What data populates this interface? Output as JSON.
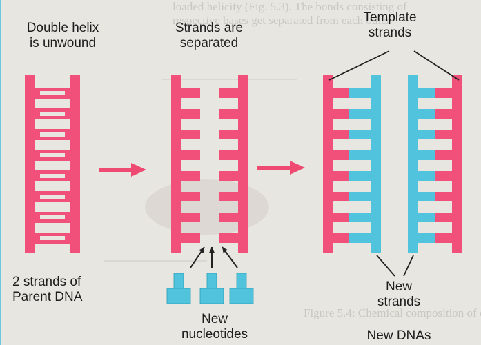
{
  "labels": {
    "double_helix": "Double helix\nis unwound",
    "strands_separated": "Strands are\nseparated",
    "template_strands": "Template\nstrands",
    "parent_dna": "2 strands of\nParent DNA",
    "new_nucleotides": "New\nnucleotides",
    "new_strands": "New\nstrands",
    "new_dnas": "New DNAs"
  },
  "colors": {
    "parent_strand": "#f0507a",
    "new_strand": "#52c3dc",
    "arrow": "#ee4a72",
    "background": "#e8e6e0",
    "text": "#1d1d1d",
    "frame": "#6fc9de"
  }
}
